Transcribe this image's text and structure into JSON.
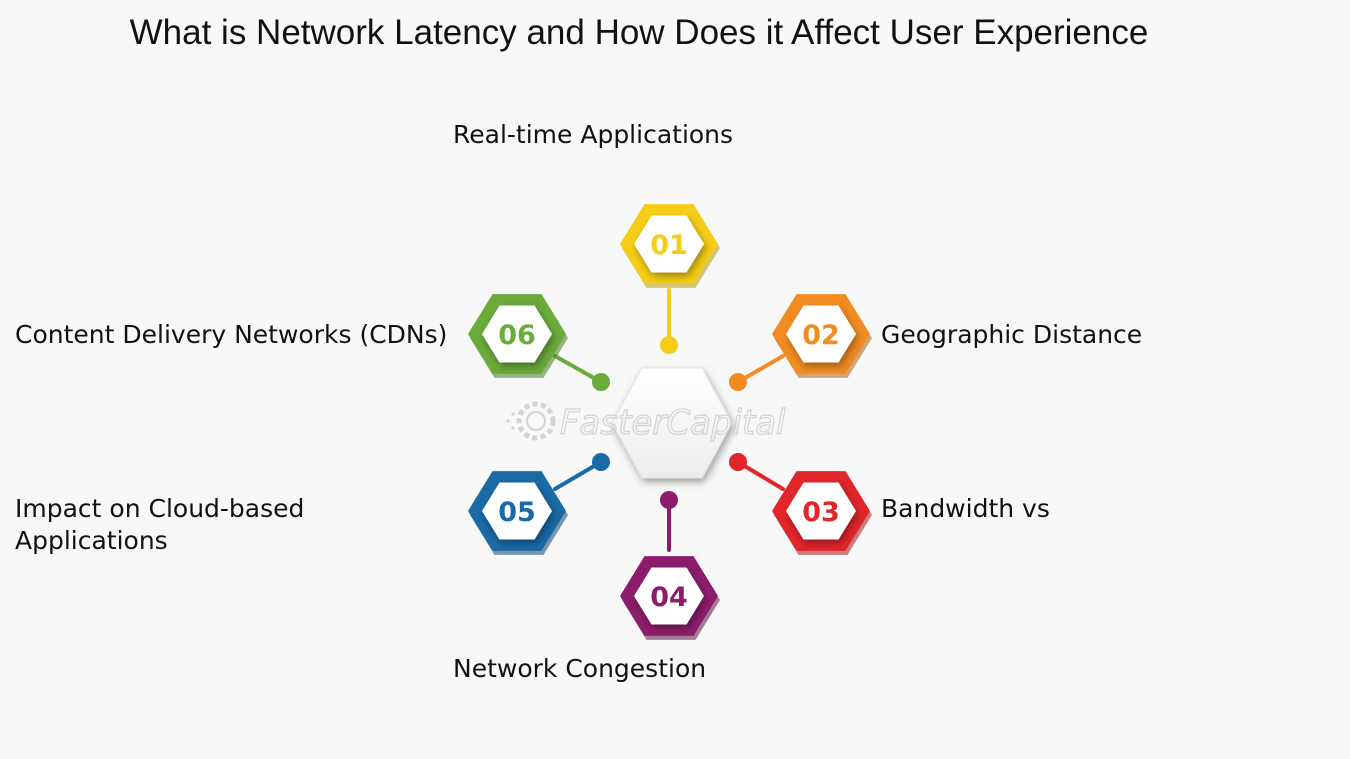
{
  "title": "What is Network Latency and How Does it Affect User Experience",
  "watermark": "FasterCapital",
  "steps": [
    {
      "num": "01",
      "label_lines": [
        "Real-time Applications"
      ],
      "color": "#f5cd16",
      "shadow": "#b59a0a"
    },
    {
      "num": "02",
      "label_lines": [
        "Geographic Distance"
      ],
      "color": "#f28c22",
      "shadow": "#b56212"
    },
    {
      "num": "03",
      "label_lines": [
        "Bandwidth vs"
      ],
      "color": "#e0262b",
      "shadow": "#a3171b"
    },
    {
      "num": "04",
      "label_lines": [
        "Network Congestion"
      ],
      "color": "#8d1d6c",
      "shadow": "#5e124a"
    },
    {
      "num": "05",
      "label_lines": [
        "Impact on Cloud-based",
        "Applications"
      ],
      "color": "#1a6aa6",
      "shadow": "#0f4773"
    },
    {
      "num": "06",
      "label_lines": [
        "Content Delivery Networks (CDNs)"
      ],
      "color": "#6aab3a",
      "shadow": "#477a22"
    }
  ]
}
